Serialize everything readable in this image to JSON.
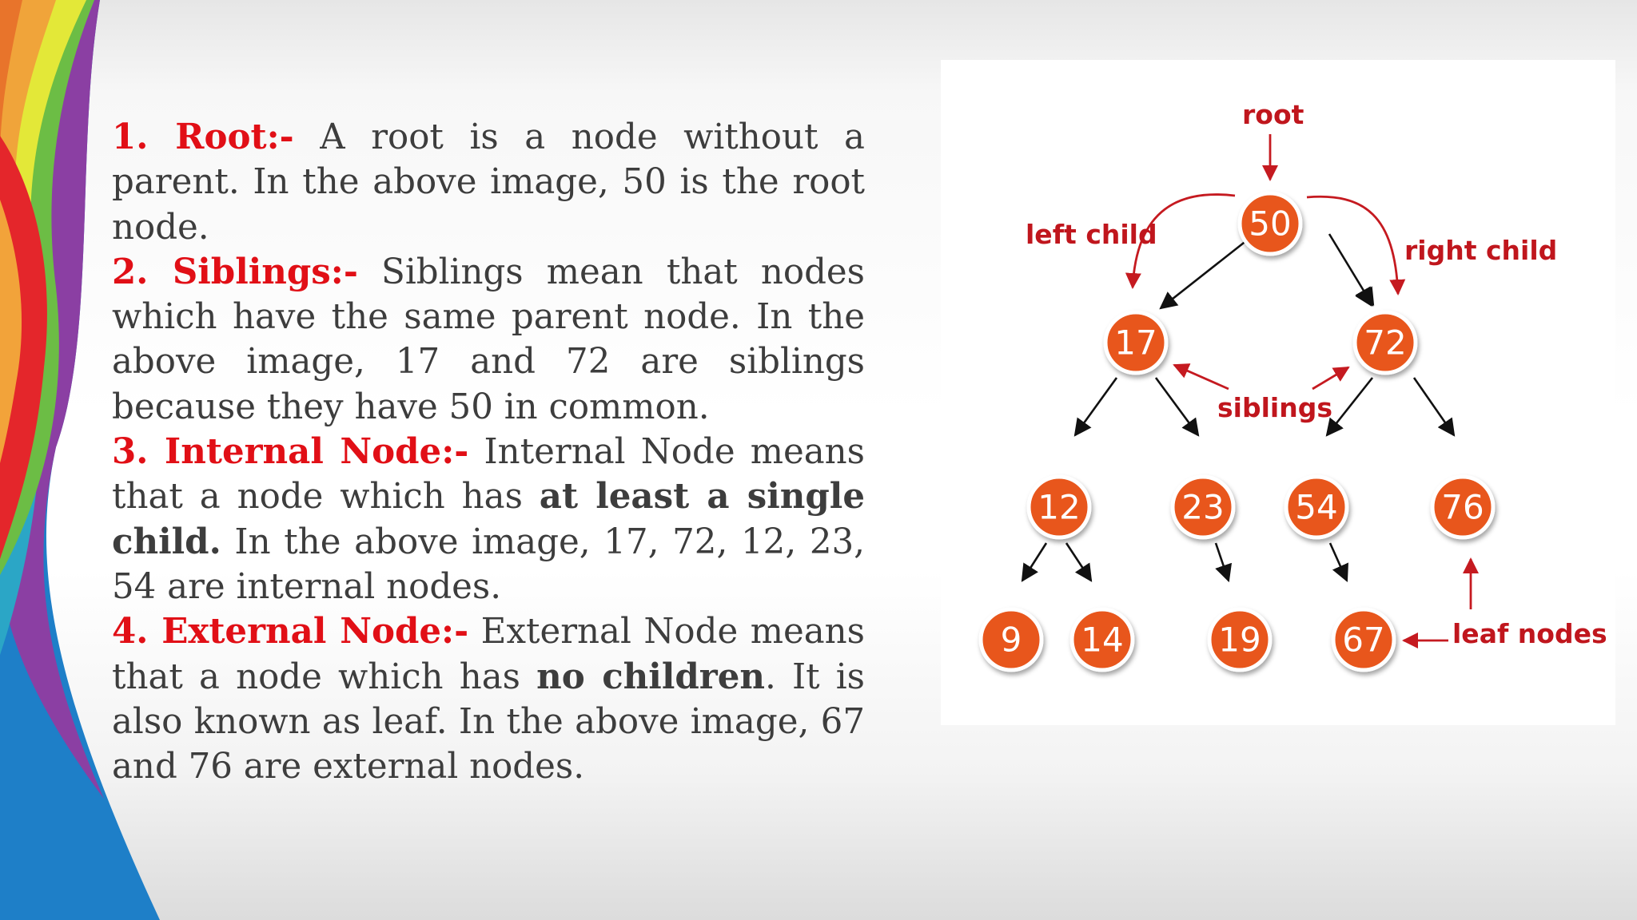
{
  "definitions": [
    {
      "heading": "1. Root:-",
      "segments": [
        {
          "text": " A root is a node without a parent. In the above image, 50 is the root node.",
          "bold": false
        }
      ]
    },
    {
      "heading": "2. Siblings:-",
      "segments": [
        {
          "text": " Siblings mean that nodes which have the same parent node. In the above image, 17 and 72 are siblings because they have 50 in common.",
          "bold": false
        }
      ]
    },
    {
      "heading": "3. Internal Node:-",
      "segments": [
        {
          "text": " Internal Node means that a node which has ",
          "bold": false
        },
        {
          "text": "at least a single child.",
          "bold": true
        },
        {
          "text": " In the above image, 17, 72, 12, 23, 54 are internal nodes.",
          "bold": false
        }
      ]
    },
    {
      "heading": "4. External Node:-",
      "segments": [
        {
          "text": " External Node means that a node which has ",
          "bold": false
        },
        {
          "text": "no children",
          "bold": true
        },
        {
          "text": ". It is also known as leaf. In the above image, 67 and 76 are external nodes.",
          "bold": false
        }
      ]
    }
  ],
  "tree": {
    "nodes": {
      "n50": "50",
      "n17": "17",
      "n72": "72",
      "n12": "12",
      "n23": "23",
      "n54": "54",
      "n76": "76",
      "n9": "9",
      "n14": "14",
      "n19": "19",
      "n67": "67"
    },
    "labels": {
      "root": "root",
      "left_child": "left child",
      "right_child": "right child",
      "siblings": "siblings",
      "leaf_nodes": "leaf nodes"
    }
  },
  "colors": {
    "heading_red": "#e10f16",
    "node_orange": "#e8561b",
    "annotation_red": "#c0161d",
    "body_text": "#3d3d3d"
  }
}
